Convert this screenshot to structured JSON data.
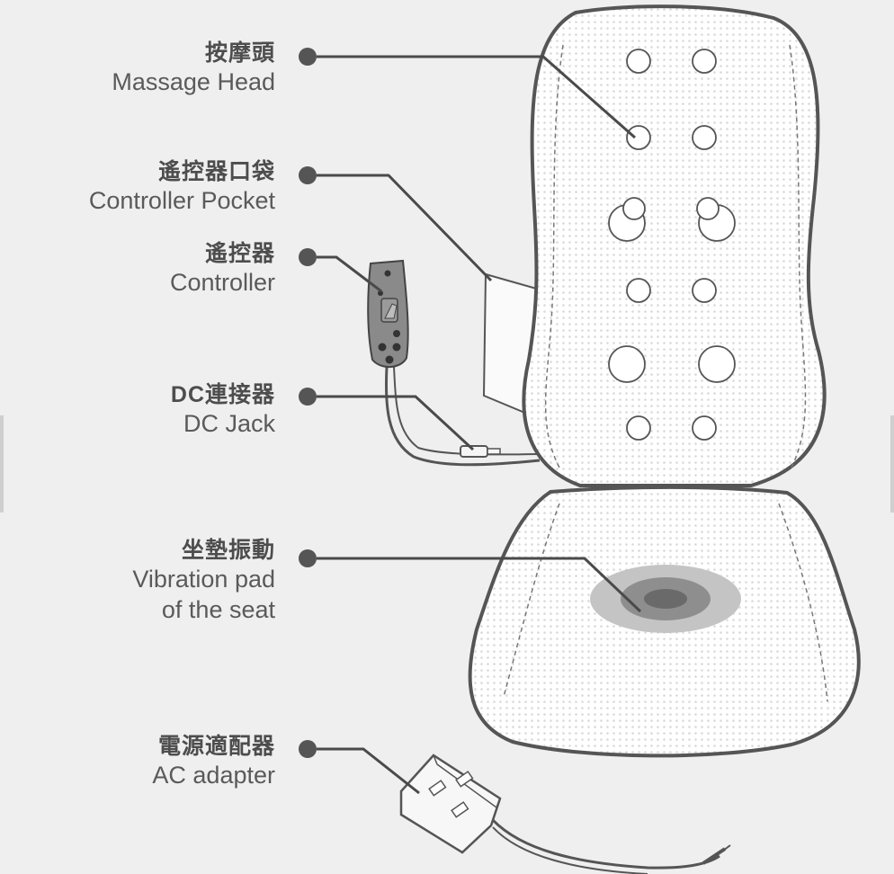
{
  "callouts": [
    {
      "zh": "按摩頭",
      "en": [
        "Massage Head"
      ]
    },
    {
      "zh": "遙控器口袋",
      "en": [
        "Controller Pocket"
      ]
    },
    {
      "zh": "遙控器",
      "en": [
        "Controller"
      ]
    },
    {
      "zh": "DC連接器",
      "en": [
        "DC Jack"
      ]
    },
    {
      "zh": "坐墊振動",
      "en": [
        "Vibration pad",
        "of the seat"
      ]
    },
    {
      "zh": "電源適配器",
      "en": [
        "AC adapter"
      ]
    }
  ],
  "colors": {
    "background": "#efefef",
    "line": "#555555",
    "dot": "#555555",
    "vibration_outer": "#c4c4c4",
    "vibration_mid": "#8e8e8e",
    "vibration_inner": "#6a6a6a"
  }
}
